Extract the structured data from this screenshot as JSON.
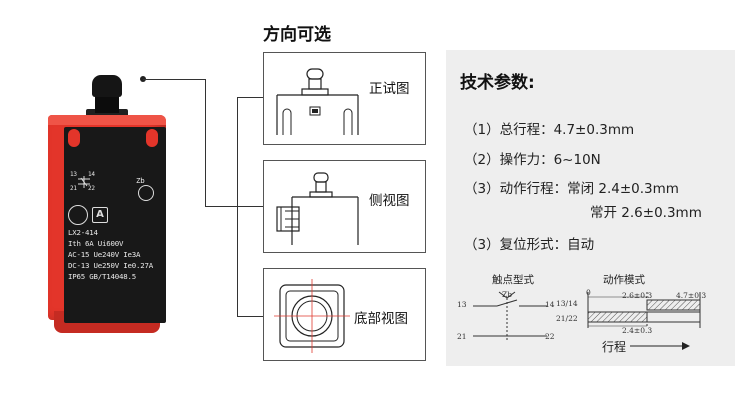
{
  "product": {
    "label_model": "LX2-414",
    "label_lines": [
      "Ith 6A Ui600V",
      "AC-15 Ue240V Ie3A",
      "DC-13 Ue250V Ie0.27A",
      "IP65 GB/T14048.5"
    ],
    "terminal_labels": [
      "13",
      "14",
      "21",
      "22",
      "Zb"
    ]
  },
  "views": {
    "title": "方向可选",
    "panels": [
      {
        "label": "正试图"
      },
      {
        "label": "侧视图"
      },
      {
        "label": "底部视图"
      }
    ]
  },
  "specs": {
    "title": "技术参数:",
    "items": [
      "（1）总行程：4.7±0.3mm",
      "（2）操作力：6~10N",
      "（3）动作行程：常闭 2.4±0.3mm",
      "常开 2.6±0.3mm",
      "（3）复位形式：自动"
    ]
  },
  "contact_diagram": {
    "title": "触点型式",
    "labels": {
      "t13": "13",
      "t14": "14",
      "t21": "21",
      "t22": "22",
      "zb": "Zb"
    }
  },
  "action_diagram": {
    "title": "动作模式",
    "labels": {
      "zero": "0",
      "no_label": "13/14",
      "nc_label": "21/22",
      "no_travel": "2.6±0.3",
      "total_travel": "4.7±0.3",
      "nc_travel": "2.4±0.3",
      "stroke": "行程"
    }
  }
}
